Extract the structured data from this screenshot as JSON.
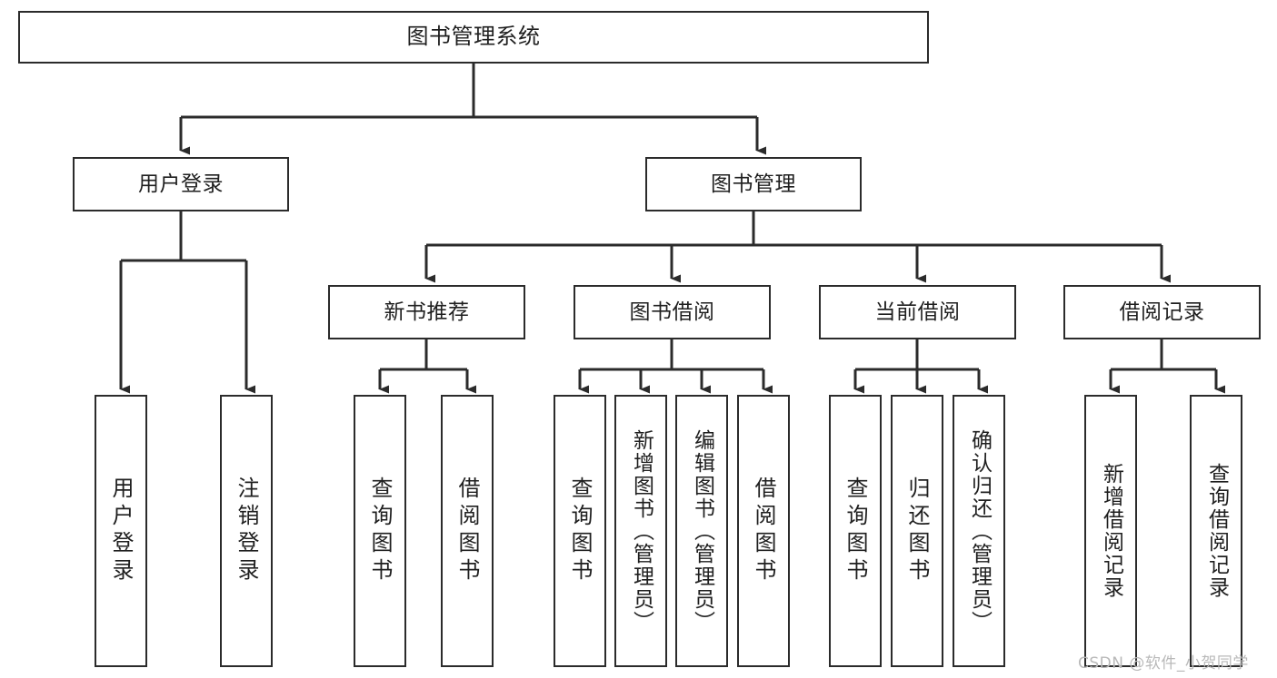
{
  "diagram": {
    "title": "图书管理系统",
    "type": "tree-hierarchy-chart",
    "stroke_color": "#2b2b2b",
    "fill_color": "#ffffff",
    "text_color": "#1f1f1f",
    "watermark": "CSDN @软件_小贺同学",
    "nodes": {
      "root": {
        "label": "图书管理系统"
      },
      "level2": [
        {
          "id": "user-login",
          "label": "用户登录"
        },
        {
          "id": "book-manage",
          "label": "图书管理"
        }
      ],
      "level3": [
        {
          "id": "new-book-recommend",
          "label": "新书推荐"
        },
        {
          "id": "book-borrow",
          "label": "图书借阅"
        },
        {
          "id": "current-borrow",
          "label": "当前借阅"
        },
        {
          "id": "borrow-record",
          "label": "借阅记录"
        }
      ],
      "leaves": {
        "user_login": [
          {
            "id": "leaf-user-login",
            "label": "用户登录"
          },
          {
            "id": "leaf-logout-login",
            "label": "注销登录"
          }
        ],
        "new_book_recommend": [
          {
            "id": "leaf-query-book-1",
            "label": "查询图书"
          },
          {
            "id": "leaf-borrow-book-1",
            "label": "借阅图书"
          }
        ],
        "book_borrow": [
          {
            "id": "leaf-query-book-2",
            "label": "查询图书"
          },
          {
            "id": "leaf-add-book",
            "label": "新增图书（管理员）"
          },
          {
            "id": "leaf-edit-book",
            "label": "编辑图书（管理员）"
          },
          {
            "id": "leaf-borrow-book-2",
            "label": "借阅图书"
          }
        ],
        "current_borrow": [
          {
            "id": "leaf-query-book-3",
            "label": "查询图书"
          },
          {
            "id": "leaf-return-book",
            "label": "归还图书"
          },
          {
            "id": "leaf-confirm-return",
            "label": "确认归还（管理员）"
          }
        ],
        "borrow_record": [
          {
            "id": "leaf-add-record",
            "label": "新增借阅记录"
          },
          {
            "id": "leaf-query-record",
            "label": "查询借阅记录"
          }
        ]
      }
    }
  }
}
